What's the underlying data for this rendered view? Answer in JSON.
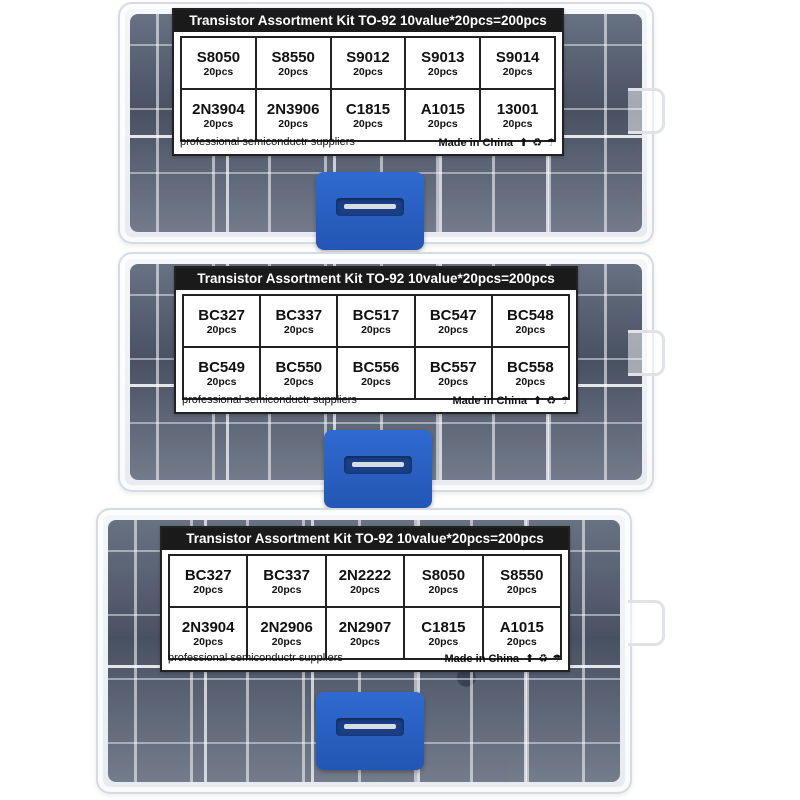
{
  "kits": [
    {
      "title": "Transistor Assortment Kit TO-92 10value*20pcs=200pcs",
      "rows": [
        [
          {
            "part": "S8050",
            "qty": "20pcs"
          },
          {
            "part": "S8550",
            "qty": "20pcs"
          },
          {
            "part": "S9012",
            "qty": "20pcs"
          },
          {
            "part": "S9013",
            "qty": "20pcs"
          },
          {
            "part": "S9014",
            "qty": "20pcs"
          }
        ],
        [
          {
            "part": "2N3904",
            "qty": "20pcs"
          },
          {
            "part": "2N3906",
            "qty": "20pcs"
          },
          {
            "part": "C1815",
            "qty": "20pcs"
          },
          {
            "part": "A1015",
            "qty": "20pcs"
          },
          {
            "part": "13001",
            "qty": "20pcs"
          }
        ]
      ],
      "footer_left": "professional semiconductr suppliers",
      "footer_right": "Made in China"
    },
    {
      "title": "Transistor Assortment Kit TO-92 10value*20pcs=200pcs",
      "rows": [
        [
          {
            "part": "BC327",
            "qty": "20pcs"
          },
          {
            "part": "BC337",
            "qty": "20pcs"
          },
          {
            "part": "BC517",
            "qty": "20pcs"
          },
          {
            "part": "BC547",
            "qty": "20pcs"
          },
          {
            "part": "BC548",
            "qty": "20pcs"
          }
        ],
        [
          {
            "part": "BC549",
            "qty": "20pcs"
          },
          {
            "part": "BC550",
            "qty": "20pcs"
          },
          {
            "part": "BC556",
            "qty": "20pcs"
          },
          {
            "part": "BC557",
            "qty": "20pcs"
          },
          {
            "part": "BC558",
            "qty": "20pcs"
          }
        ]
      ],
      "footer_left": "professional semiconductr suppliers",
      "footer_right": "Made in China"
    },
    {
      "title": "Transistor Assortment Kit TO-92 10value*20pcs=200pcs",
      "rows": [
        [
          {
            "part": "BC327",
            "qty": "20pcs"
          },
          {
            "part": "BC337",
            "qty": "20pcs"
          },
          {
            "part": "2N2222",
            "qty": "20pcs"
          },
          {
            "part": "S8050",
            "qty": "20pcs"
          },
          {
            "part": "S8550",
            "qty": "20pcs"
          }
        ],
        [
          {
            "part": "2N3904",
            "qty": "20pcs"
          },
          {
            "part": "2N2906",
            "qty": "20pcs"
          },
          {
            "part": "2N2907",
            "qty": "20pcs"
          },
          {
            "part": "C1815",
            "qty": "20pcs"
          },
          {
            "part": "A1015",
            "qty": "20pcs"
          }
        ]
      ],
      "footer_left": "professional semiconductr suppliers",
      "footer_right": "Made in China"
    }
  ],
  "icons": {
    "symbols": [
      "up-arrow-icon",
      "recycle-icon",
      "umbrella-icon"
    ],
    "glyphs": [
      "⬆",
      "♻",
      "☂"
    ]
  },
  "colors": {
    "latch": "#2f6ad0",
    "label_header": "#1a1a1a",
    "case": "#e9edf2"
  }
}
